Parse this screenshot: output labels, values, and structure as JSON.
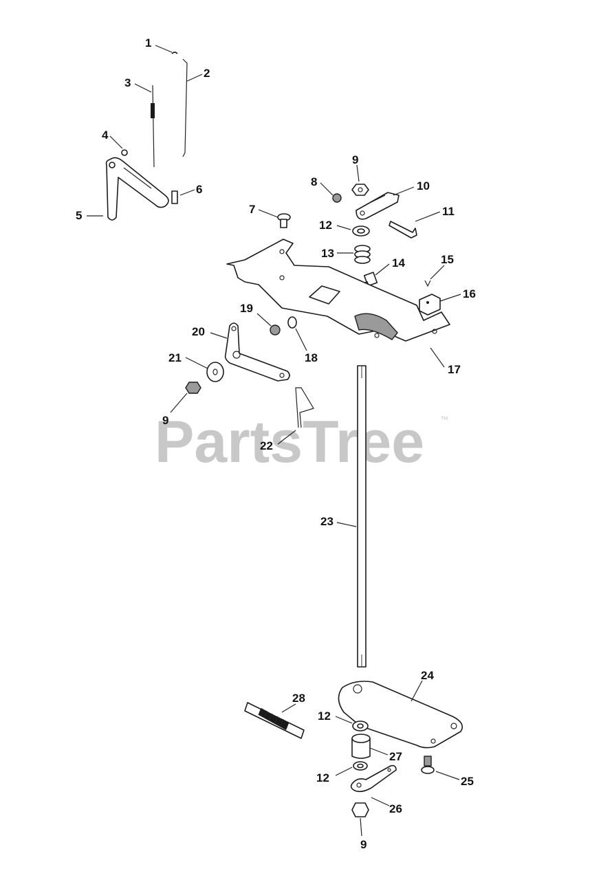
{
  "watermark": {
    "text": "PartsTree",
    "trademark": "™"
  },
  "callouts": {
    "c1": "1",
    "c2": "2",
    "c3": "3",
    "c4": "4",
    "c5": "5",
    "c6": "6",
    "c7": "7",
    "c8": "8",
    "c9a": "9",
    "c10": "10",
    "c11": "11",
    "c12a": "12",
    "c13": "13",
    "c14": "14",
    "c15": "15",
    "c16": "16",
    "c17": "17",
    "c18": "18",
    "c19": "19",
    "c20": "20",
    "c21": "21",
    "c9b": "9",
    "c22": "22",
    "c23": "23",
    "c24": "24",
    "c28": "28",
    "c12b": "12",
    "c27": "27",
    "c12c": "12",
    "c25": "25",
    "c26": "26",
    "c9c": "9"
  }
}
